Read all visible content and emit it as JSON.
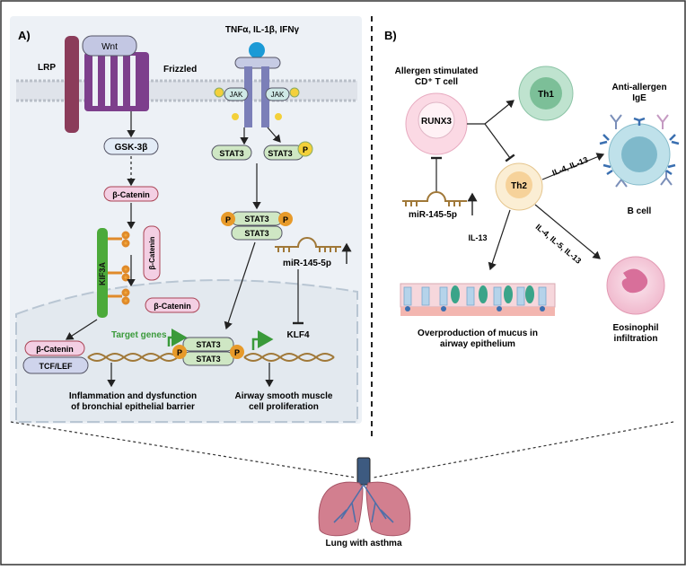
{
  "panel_a": {
    "label": "A)",
    "lrp": "LRP",
    "wnt": "Wnt",
    "frizzled": "Frizzled",
    "cytokines": "TNFα, IL-1β, IFNγ",
    "jak": "JAK",
    "p": "P",
    "gsk3b": "GSK-3β",
    "b_catenin": "β-Catenin",
    "kif3a": "KIF3A",
    "stat3": "STAT3",
    "mir": "miR-145-5p",
    "klf4": "KLF4",
    "target_genes": "Target genes",
    "tcf_lef": "TCF/LEF",
    "caption_left_1": "Inflammation and dysfunction",
    "caption_left_2": "of bronchial epithelial barrier",
    "caption_right_1": "Airway smooth muscle",
    "caption_right_2": "cell proliferation"
  },
  "panel_b": {
    "label": "B)",
    "cd4_title_1": "Allergen stimulated",
    "cd4_title_2": "CD⁺ T cell",
    "runx3": "RUNX3",
    "th1": "Th1",
    "th2": "Th2",
    "mir": "miR-145-5p",
    "il13": "IL-13",
    "il4_il13": "IL-4, IL-13",
    "il4_il5_il13": "IL-4, IL-5, IL-13",
    "ige_1": "Anti-allergen",
    "ige_2": "IgE",
    "b_cell": "B cell",
    "eos_1": "Eosinophil",
    "eos_2": "infiltration",
    "mucus_1": "Overproduction of mucus in",
    "mucus_2": "airway epithelium"
  },
  "lung_label": "Lung with asthma",
  "colors": {
    "panel_bg": "#edf1f6",
    "purple": "#7d3f8c",
    "green": "#3a9a3a",
    "pink": "#f3cfe3",
    "stat_green": "#cfe7c4",
    "phos_orange": "#e79a2a",
    "dna_brown": "#a07838",
    "lung": "#d27f8f"
  }
}
